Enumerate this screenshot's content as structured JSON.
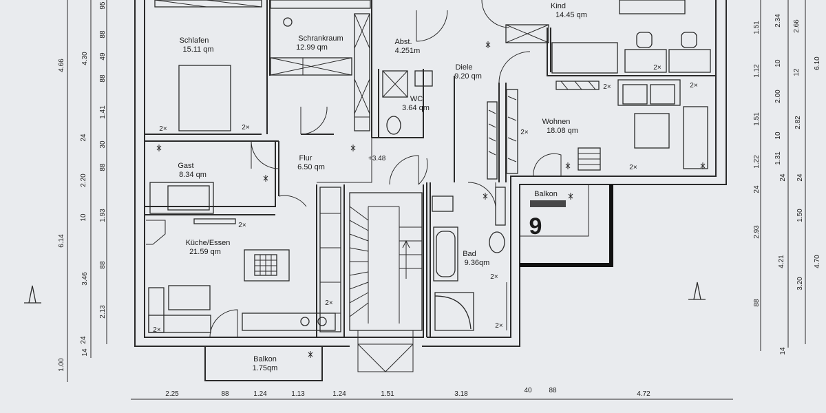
{
  "rooms": {
    "schlafen": {
      "name": "Schlafen",
      "area": "15.11 qm"
    },
    "schrankraum": {
      "name": "Schrankraum",
      "area": "12.99 qm"
    },
    "abst": {
      "name": "Abst.",
      "area": "4.251m"
    },
    "diele": {
      "name": "Diele",
      "area": "9.20 qm"
    },
    "kind": {
      "name": "Kind",
      "area": "14.45 qm"
    },
    "wc": {
      "name": "WC",
      "area": "3.64 qm"
    },
    "wohnen": {
      "name": "Wohnen",
      "area": "18.08 qm"
    },
    "flur": {
      "name": "Flur",
      "area": "6.50 qm"
    },
    "gast": {
      "name": "Gast",
      "area": "8.34 qm"
    },
    "balkon_right": {
      "name": "Balkon",
      "area": "9"
    },
    "kueche": {
      "name": "Küche/Essen",
      "area": "21.59 qm"
    },
    "bad": {
      "name": "Bad",
      "area": "9.36qm"
    },
    "balkon_bottom": {
      "name": "Balkon",
      "area": "1.75qm"
    }
  },
  "level_mark": "+3.48",
  "outlet_label": "2×",
  "bottom_dims": [
    "2.25",
    "88",
    "1.24",
    "1.13",
    "1.24",
    "1.51",
    "3.18",
    "40",
    "88",
    "4.72"
  ],
  "left_dims_outer": [
    "4.66",
    "6.14",
    "1.00"
  ],
  "left_dims_mid": [
    "4.30",
    "3.46",
    "14"
  ],
  "left_dims_inner": [
    "95",
    "88",
    "49",
    "88",
    "1.41",
    "24",
    "30",
    "88",
    "2.20",
    "10",
    "1.93",
    "88",
    "2.13",
    "24"
  ],
  "right_dims_1": [
    "1.51",
    "1.12",
    "1.51",
    "1.22",
    "24",
    "2.93",
    "4.21",
    "88",
    "14"
  ],
  "right_dims_2": [
    "2.34",
    "10",
    "2.00",
    "10",
    "1.31",
    "24",
    "1.50",
    "3.20",
    "24"
  ],
  "right_dims_3": [
    "2.66",
    "12",
    "2.82",
    "6.10",
    "4.70"
  ]
}
